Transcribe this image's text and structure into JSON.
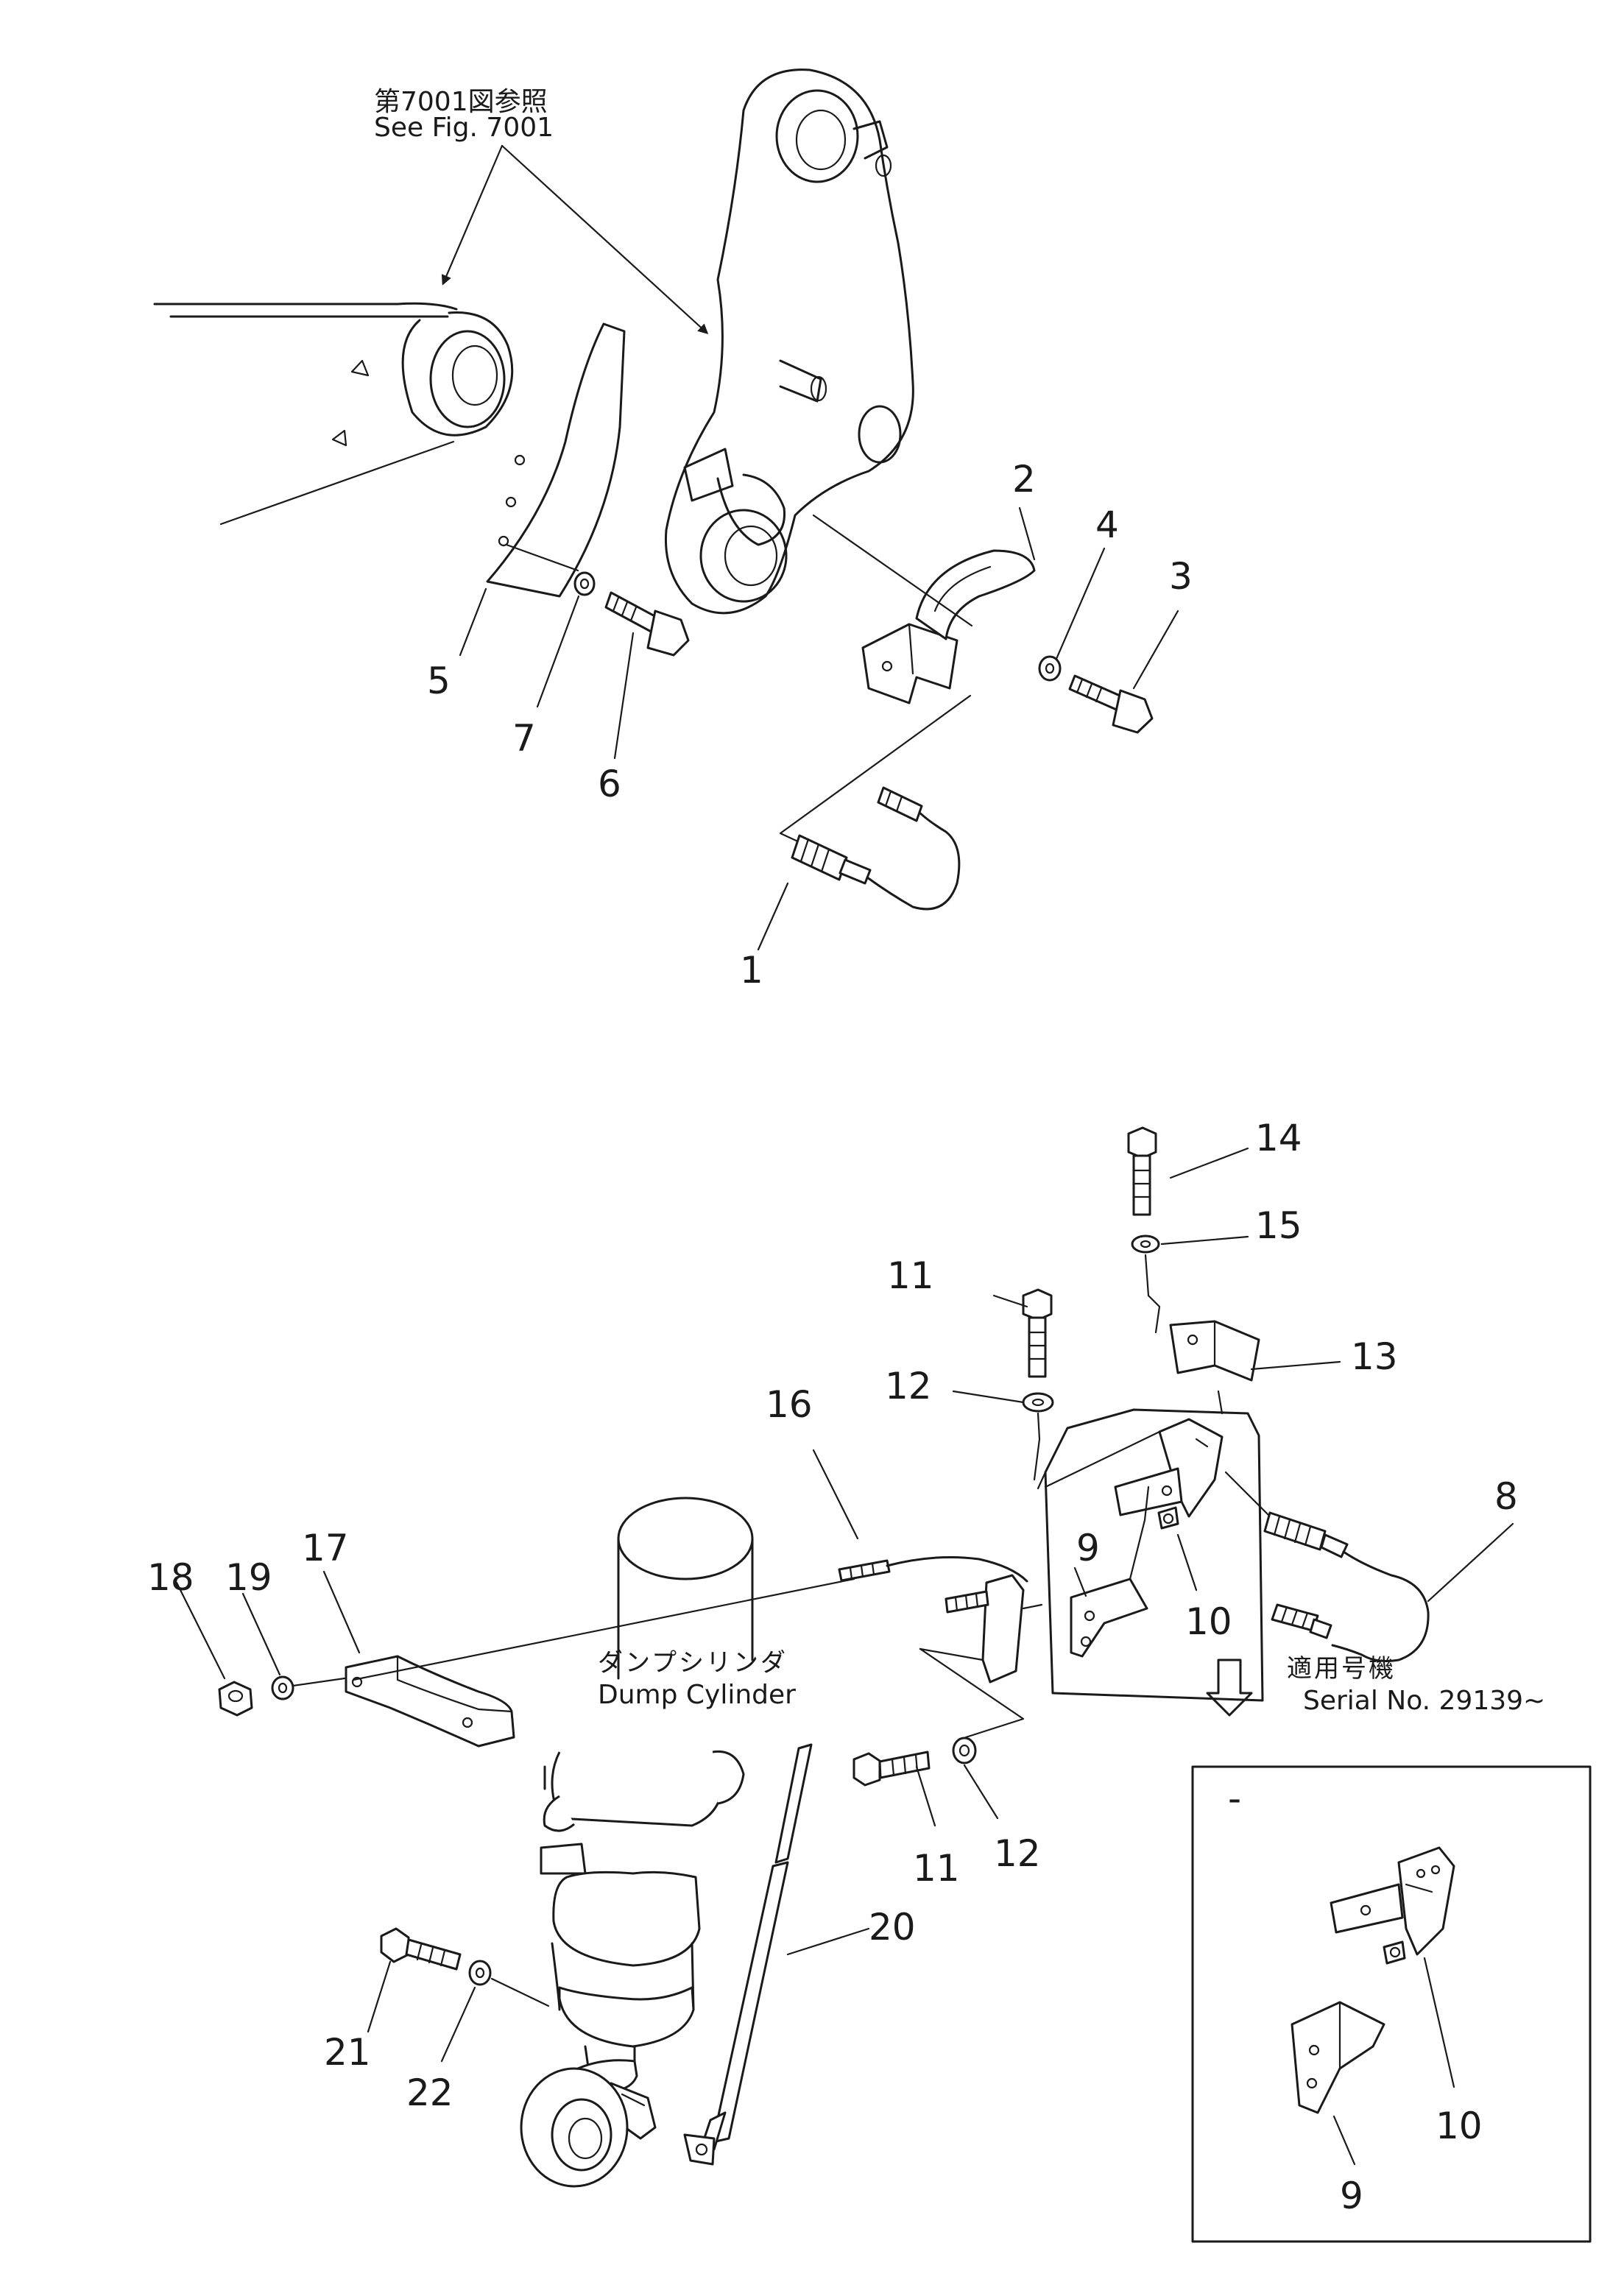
{
  "top_reference": {
    "label_jp": "第7001図参照",
    "label_en": "See Fig. 7001"
  },
  "cylinder_label": {
    "label_jp": "ダンプシリンダ",
    "label_en": "Dump Cylinder"
  },
  "serial_note": {
    "label_jp": "適用号機",
    "label_en": "Serial No. 29139~"
  },
  "inset": {
    "corner_mark": "-"
  },
  "part_numbers": {
    "p1": "1",
    "p2": "2",
    "p3": "3",
    "p4": "4",
    "p5": "5",
    "p6": "6",
    "p7": "7",
    "p8": "8",
    "p9": "9",
    "p10": "10",
    "p11a": "11",
    "p11b": "11",
    "p12a": "12",
    "p12b": "12",
    "p13": "13",
    "p14": "14",
    "p15": "15",
    "p16": "16",
    "p17": "17",
    "p18": "18",
    "p19": "19",
    "p20": "20",
    "p21": "21",
    "p22": "22",
    "inset_p9": "9",
    "inset_p10": "10"
  }
}
